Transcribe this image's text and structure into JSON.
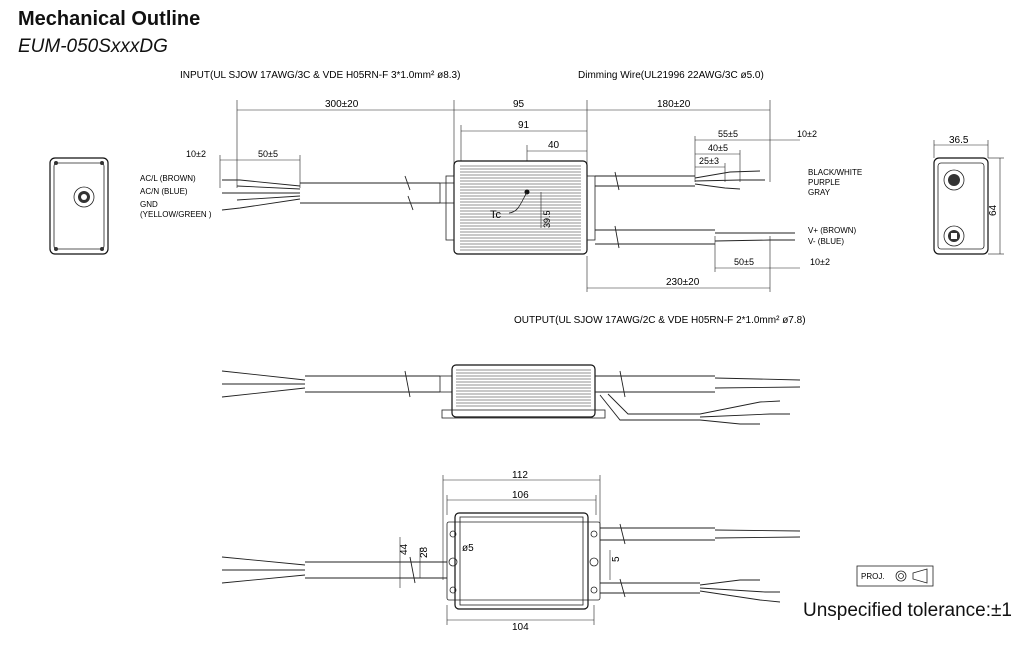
{
  "header": {
    "title": "Mechanical Outline",
    "model": "EUM-050SxxxDG"
  },
  "cables": {
    "input": "INPUT(UL SJOW 17AWG/3C & VDE H05RN-F 3*1.0mm² ø8.3)",
    "dimming": "Dimming Wire(UL21996 22AWG/3C ø5.0)",
    "output": "OUTPUT(UL SJOW 17AWG/2C & VDE H05RN-F 2*1.0mm² ø7.8)"
  },
  "input_wires": {
    "acl": "AC/L (BROWN)",
    "acn": "AC/N (BLUE)",
    "gnd": "GND",
    "gnd_color": "(YELLOW/GREEN )"
  },
  "dimming_wires": {
    "w1": "BLACK/WHITE",
    "w2": "PURPLE",
    "w3": "GRAY"
  },
  "output_wires": {
    "vplus": "V+ (BROWN)",
    "vminus": "V-  (BLUE)"
  },
  "dimensions": {
    "input_length": "300±20",
    "body_length": "95",
    "dimming_length": "180±20",
    "inner_91": "91",
    "inner_40": "40",
    "height_39_5": "39.5",
    "tc": "Tc",
    "input_strip": "10±2",
    "input_split": "50±5",
    "dim_55": "55±5",
    "dim_40": "40±5",
    "dim_25": "25±3",
    "dim_strip": "10±2",
    "out_split": "50±5",
    "out_strip": "10±2",
    "output_length": "230±20",
    "end_width": "36.5",
    "end_height": "64",
    "bottom_112": "112",
    "bottom_106": "106",
    "bottom_104": "104",
    "hole_44": "44",
    "hole_28": "28",
    "hole_dia": "ø5",
    "hole_offset": "5"
  },
  "projection": "PROJ.",
  "tolerance": "Unspecified tolerance:±1"
}
